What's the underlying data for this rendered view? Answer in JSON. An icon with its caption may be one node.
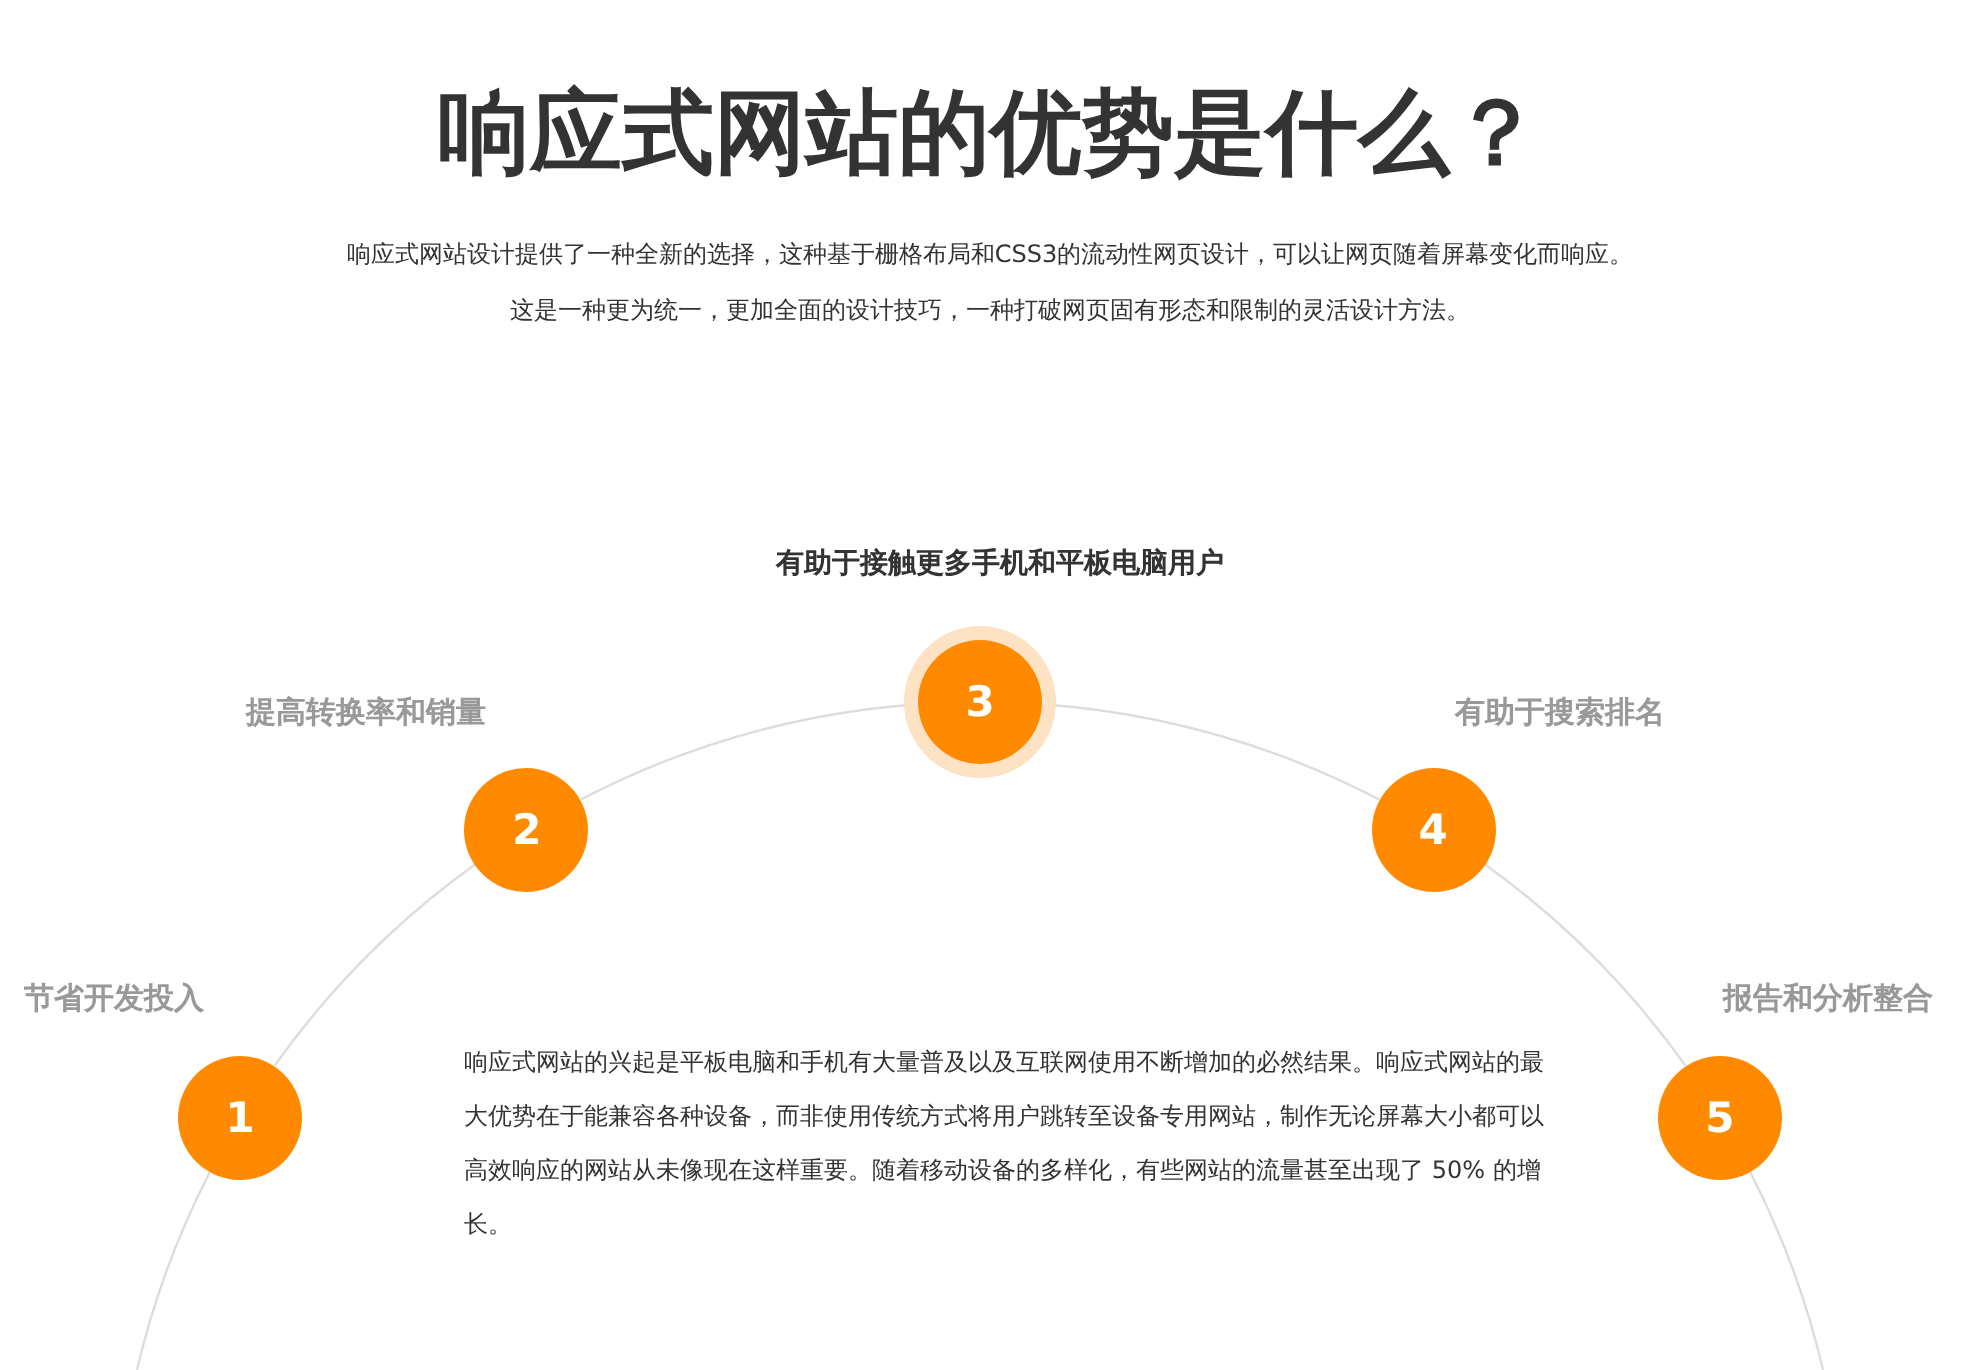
{
  "diagram": {
    "title": "响应式网站的优势是什么？",
    "nodes": [
      {
        "text": [
          "1"
        ],
        "beside": [
          "节省开发投入"
        ]
      },
      {
        "text": [
          "2"
        ],
        "beside": [
          "提高转换率和销量"
        ]
      },
      {
        "text": [
          "3"
        ],
        "beside": [
          "有助于接触更多手机和平板电脑用户"
        ]
      },
      {
        "text": [
          "4"
        ],
        "beside": [
          "有助于搜索排名"
        ]
      },
      {
        "text": [
          "5"
        ],
        "beside": [
          "报告和分析整合"
        ]
      }
    ],
    "edges": [
      {
        "from": 0,
        "to": 1,
        "arrow": "none"
      },
      {
        "from": 1,
        "to": 2,
        "arrow": "none"
      },
      {
        "from": 2,
        "to": 3,
        "arrow": "none"
      },
      {
        "from": 3,
        "to": 4,
        "arrow": "none"
      }
    ],
    "labels": [
      "响应式网站设计提供了一种全新的选择，这种基于栅格布局和CSS3的流动性网页设计，可以让网页随着屏幕变化而响应。",
      "这是一种更为统一，更加全面的设计技巧，一种打破网页固有形态和限制的灵活设计方法。",
      "响应式网站的兴起是平板电脑和手机有大量普及以及互联网使用不断增加的必然结果。响应式网站的最大优势在于能兼容各种设备，而非使用传统方式将用户跳转至设备专用网站，制作无论屏幕大小都可以高效响应的网站从未像现在这样重要。随着移动设备的多样化，有些网站的流量甚至出现了 50% 的增长。"
    ]
  }
}
